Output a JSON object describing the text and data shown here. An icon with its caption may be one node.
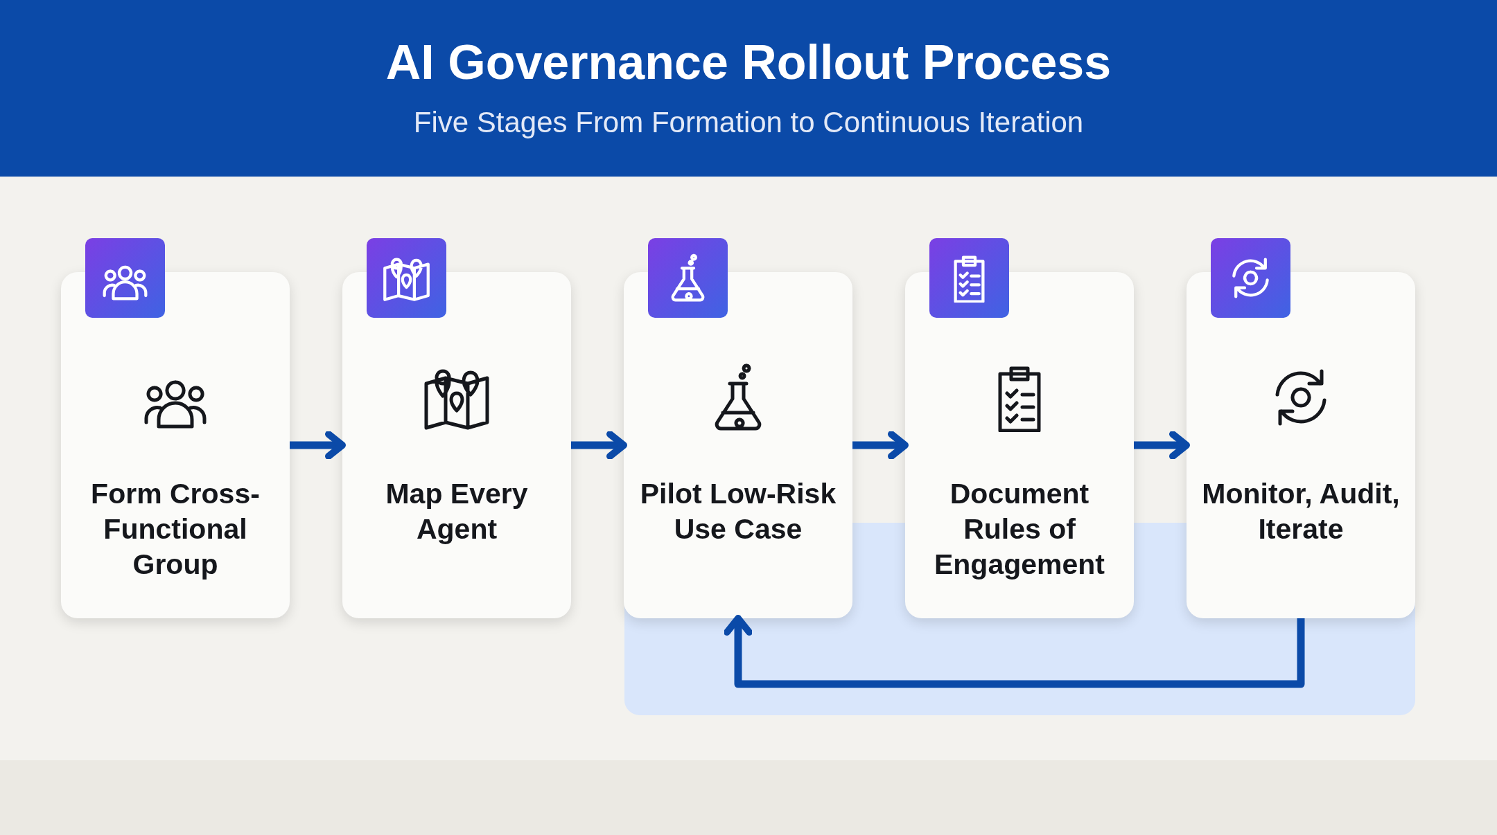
{
  "diagram": {
    "title": "AI Governance Rollout Process",
    "caption": "Five Stages From Formation to Continuous Iteration",
    "nodes": [
      {
        "text": [
          "Form Cross-Functional Group"
        ]
      },
      {
        "text": [
          "Map Every Agent"
        ]
      },
      {
        "text": [
          "Pilot Low-Risk Use Case"
        ]
      },
      {
        "text": [
          "Document Rules of Engagement"
        ]
      },
      {
        "text": [
          "Monitor, Audit, Iterate"
        ]
      }
    ],
    "edges": [
      {
        "from": 0,
        "to": 1,
        "arrow": "to"
      },
      {
        "from": 1,
        "to": 2,
        "arrow": "to"
      },
      {
        "from": 2,
        "to": 3,
        "arrow": "to"
      },
      {
        "from": 3,
        "to": 4,
        "arrow": "to"
      },
      {
        "from": 4,
        "to": 2,
        "arrow": "to"
      }
    ]
  }
}
